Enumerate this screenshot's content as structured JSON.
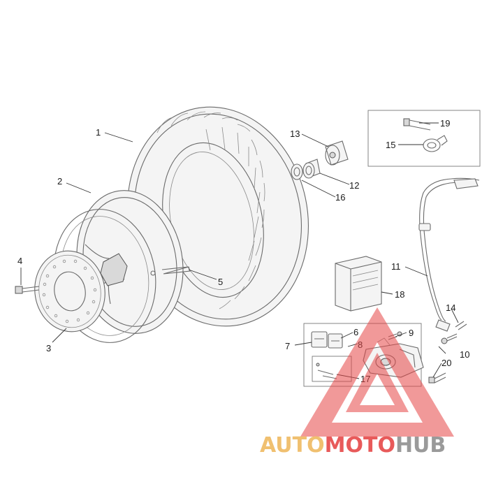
{
  "diagram": {
    "callouts": [
      {
        "id": "c1",
        "label": "1"
      },
      {
        "id": "c2",
        "label": "2"
      },
      {
        "id": "c3",
        "label": "3"
      },
      {
        "id": "c4",
        "label": "4"
      },
      {
        "id": "c5",
        "label": "5"
      },
      {
        "id": "c6",
        "label": "6"
      },
      {
        "id": "c7",
        "label": "7"
      },
      {
        "id": "c8",
        "label": "8"
      },
      {
        "id": "c9",
        "label": "9"
      },
      {
        "id": "c10",
        "label": "10"
      },
      {
        "id": "c11",
        "label": "11"
      },
      {
        "id": "c12",
        "label": "12"
      },
      {
        "id": "c13",
        "label": "13"
      },
      {
        "id": "c14",
        "label": "14"
      },
      {
        "id": "c15",
        "label": "15"
      },
      {
        "id": "c16",
        "label": "16"
      },
      {
        "id": "c17",
        "label": "17"
      },
      {
        "id": "c18",
        "label": "18"
      },
      {
        "id": "c19",
        "label": "19"
      },
      {
        "id": "c20",
        "label": "20"
      }
    ]
  },
  "watermark": {
    "text_part1": "AUTO",
    "text_part2": "MOTO",
    "text_part3": "HUB",
    "colors": {
      "triangle": "#e64545",
      "auto": "#f0c070",
      "moto": "#e85a5a",
      "hub": "#9a9a9a"
    }
  }
}
